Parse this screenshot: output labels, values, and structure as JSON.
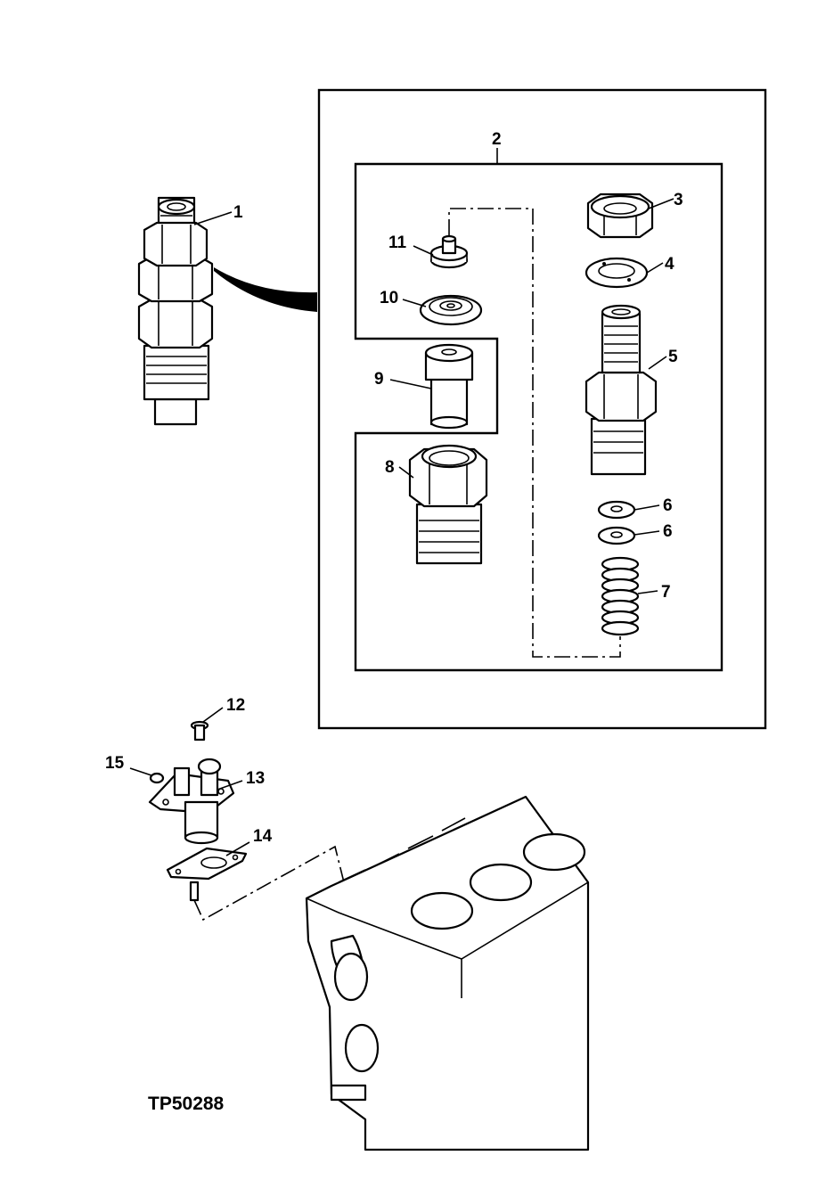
{
  "figure_id": "TP50288",
  "callouts": {
    "c1": "1",
    "c2": "2",
    "c3": "3",
    "c4": "4",
    "c5": "5",
    "c6a": "6",
    "c6b": "6",
    "c7": "7",
    "c8": "8",
    "c9": "9",
    "c10": "10",
    "c11": "11",
    "c12": "12",
    "c13": "13",
    "c14": "14",
    "c15": "15"
  }
}
